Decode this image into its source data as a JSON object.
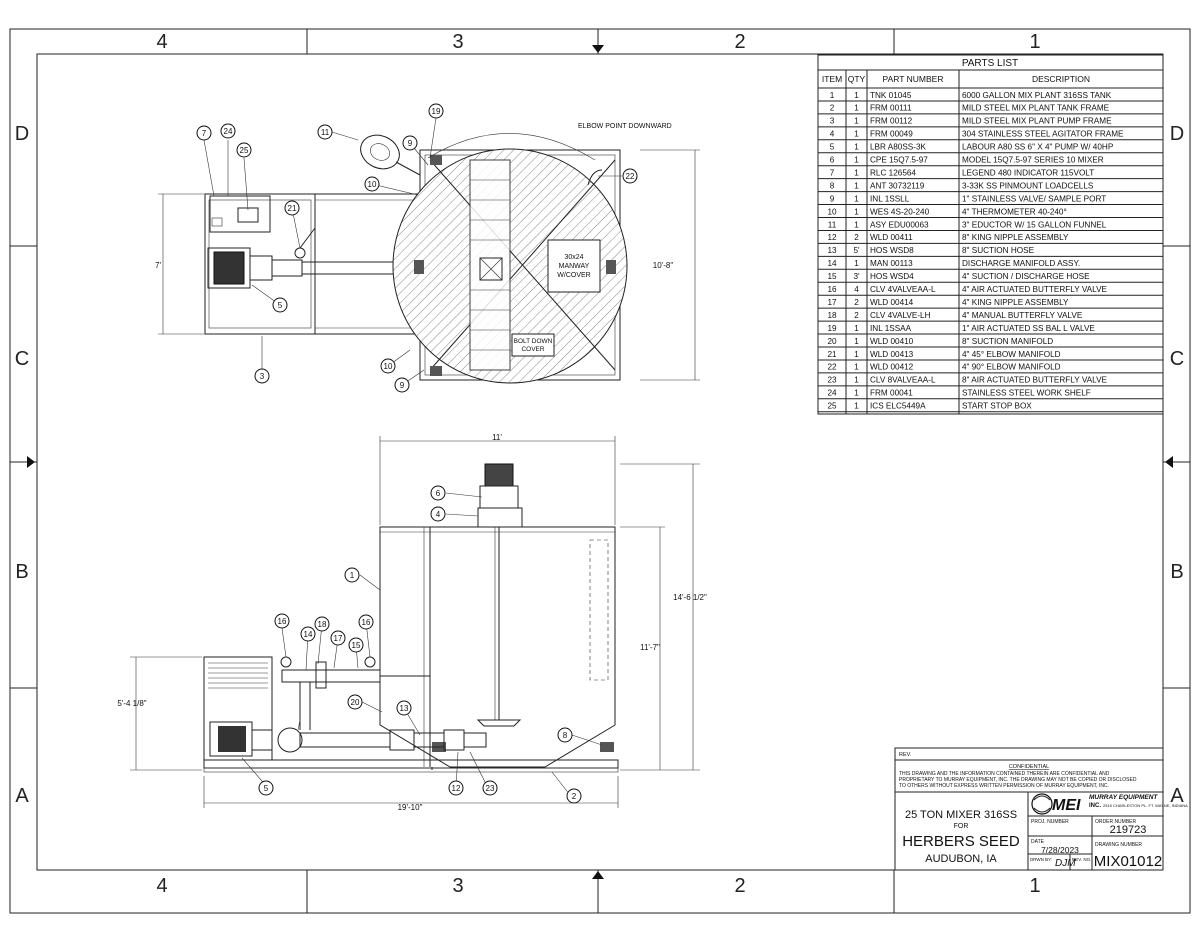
{
  "zones": {
    "columns": [
      "4",
      "3",
      "2",
      "1"
    ],
    "rows": [
      "D",
      "C",
      "B",
      "A"
    ]
  },
  "parts_list": {
    "title": "PARTS LIST",
    "headers": [
      "ITEM",
      "QTY",
      "PART NUMBER",
      "DESCRIPTION"
    ],
    "rows": [
      [
        "1",
        "1",
        "TNK 01045",
        "6000 GALLON MIX PLANT 316SS TANK"
      ],
      [
        "2",
        "1",
        "FRM 00111",
        "MILD STEEL MIX PLANT TANK FRAME"
      ],
      [
        "3",
        "1",
        "FRM 00112",
        "MILD STEEL MIX PLANT PUMP FRAME"
      ],
      [
        "4",
        "1",
        "FRM 00049",
        "304 STAINLESS STEEL AGITATOR FRAME"
      ],
      [
        "5",
        "1",
        "LBR A80SS-3K",
        "LABOUR A80 SS 6\" X 4\" PUMP W/ 40HP"
      ],
      [
        "6",
        "1",
        "CPE 15Q7.5-97",
        "MODEL 15Q7.5-97 SERIES 10 MIXER"
      ],
      [
        "7",
        "1",
        "RLC 126564",
        "LEGEND 480 INDICATOR 115VOLT"
      ],
      [
        "8",
        "1",
        "ANT 30732119",
        "3-33K SS PINMOUNT LOADCELLS"
      ],
      [
        "9",
        "1",
        "INL 1SSLL",
        "1\" STAINLESS VALVE/ SAMPLE PORT"
      ],
      [
        "10",
        "1",
        "WES 4S-20-240",
        "4\" THERMOMETER 40-240°"
      ],
      [
        "11",
        "1",
        "ASY EDU00063",
        "3\" EDUCTOR W/ 15 GALLON FUNNEL"
      ],
      [
        "12",
        "2",
        "WLD 00411",
        "8\" KING NIPPLE ASSEMBLY"
      ],
      [
        "13",
        "5'",
        "HOS WSD8",
        "8\" SUCTION HOSE"
      ],
      [
        "14",
        "1",
        "MAN 00113",
        "DISCHARGE MANIFOLD ASSY."
      ],
      [
        "15",
        "3'",
        "HOS WSD4",
        "4\" SUCTION / DISCHARGE HOSE"
      ],
      [
        "16",
        "4",
        "CLV 4VALVEAA-L",
        "4\" AIR ACTUATED BUTTERFLY VALVE"
      ],
      [
        "17",
        "2",
        "WLD 00414",
        "4\" KING NIPPLE ASSEMBLY"
      ],
      [
        "18",
        "2",
        "CLV 4VALVE-LH",
        "4\" MANUAL BUTTERFLY VALVE"
      ],
      [
        "19",
        "1",
        "INL 1SSAA",
        "1\" AIR ACTUATED SS BAL L VALVE"
      ],
      [
        "20",
        "1",
        "WLD 00410",
        "8\" SUCTION MANIFOLD"
      ],
      [
        "21",
        "1",
        "WLD 00413",
        "4\" 45° ELBOW MANIFOLD"
      ],
      [
        "22",
        "1",
        "WLD 00412",
        "4\" 90° ELBOW MANIFOLD"
      ],
      [
        "23",
        "1",
        "CLV 8VALVEAA-L",
        "8\" AIR ACTUATED BUTTERFLY VALVE"
      ],
      [
        "24",
        "1",
        "FRM 00041",
        "STAINLESS STEEL WORK SHELF"
      ],
      [
        "25",
        "1",
        "ICS ELC5449A",
        "START STOP BOX"
      ]
    ]
  },
  "plan_view": {
    "annotation_elbow": "ELBOW POINT DOWNWARD",
    "manway_lines": [
      "30x24",
      "MANWAY",
      "W/COVER"
    ],
    "bolt_cover_lines": [
      "BOLT DOWN",
      "COVER"
    ],
    "dim_width": "7'",
    "dim_tank": "10'-8\"",
    "bubbles": [
      "7",
      "24",
      "25",
      "11",
      "19",
      "9",
      "10",
      "21",
      "5",
      "22",
      "3",
      "10",
      "9"
    ]
  },
  "elevation_view": {
    "dim_top": "11'",
    "dim_total_height": "14'-6 1/2\"",
    "dim_tank_height": "11'-7\"",
    "dim_pump_height": "5'-4 1/8\"",
    "dim_bottom": "19'-10\"",
    "bubbles": [
      "6",
      "4",
      "1",
      "16",
      "14",
      "18",
      "17",
      "15",
      "16",
      "20",
      "13",
      "8",
      "5",
      "12",
      "23",
      "2"
    ]
  },
  "title_block": {
    "rev_label": "REV.",
    "confidential_heading": "CONFIDENTIAL",
    "confidential_lines": [
      "THIS DRAWING AND THE INFORMATION CONTAINED THEREIN ARE CONFIDENTIAL AND",
      "PROPRIETARY TO MURRAY EQUIPMENT, INC. THE DRAWING MAY NOT BE COPIED OR DISCLOSED",
      "TO OTHERS WITHOUT EXPRESS WRITTEN PERMISSION OF MURRAY EQUIPMENT, INC."
    ],
    "project_line1": "25 TON MIXER 316SS",
    "project_for": "FOR",
    "customer": "HERBERS SEED",
    "location": "AUDUBON, IA",
    "logo_mark": "MEI",
    "company_name": "MURRAY EQUIPMENT",
    "company_inc": "INC.",
    "company_address": "2515 CHARLESTON PL. FT. WAYNE, INDIANA",
    "proj_number_label": "PROJ. NUMBER",
    "order_number_label": "ORDER NUMBER",
    "order_number": "219723",
    "date_label": "DATE",
    "date": "7/28/2023",
    "drawing_number_label": "DRAWING NUMBER",
    "drawn_by_label": "DRWN BY:",
    "drawn_by": "DJM",
    "rev_no_label": "REV. NO.",
    "drawing_number": "MIX01012"
  }
}
